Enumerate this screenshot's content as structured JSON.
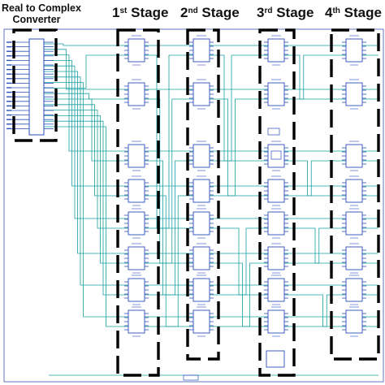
{
  "converter": {
    "line1": "Real to Complex",
    "line2": "Converter"
  },
  "stages": [
    {
      "num": "1",
      "suffix": "st",
      "word": "Stage"
    },
    {
      "num": "2",
      "suffix": "nd",
      "word": "Stage"
    },
    {
      "num": "3",
      "suffix": "rd",
      "word": "Stage"
    },
    {
      "num": "4",
      "suffix": "th",
      "word": "Stage"
    }
  ],
  "colors": {
    "wire": "#1aa0a0",
    "block": "#2a4fb8",
    "dashed_box": "#000000",
    "frame": "#3a55b0"
  },
  "butterfly_rows_per_stage": 8
}
